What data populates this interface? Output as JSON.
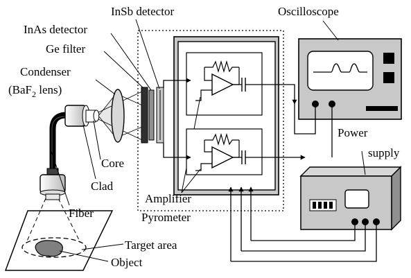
{
  "labels": {
    "insb_detector": "InSb detector",
    "inas_detector": "InAs detector",
    "ge_filter": "Ge filter",
    "condenser": "Condenser",
    "lens_open": "(BaF",
    "lens_sub": "2",
    "lens_close": " lens)",
    "oscilloscope": "Oscilloscope",
    "core": "Core",
    "clad": "Clad",
    "power": "Power",
    "supply": "supply",
    "amplifier": "Amplifier",
    "fiber": "Fiber",
    "pyrometer": "Pyrometer",
    "target_area": "Target area",
    "object": "Object"
  },
  "colors": {
    "panel_gray": "#c8c8c8",
    "mid_gray": "#909090",
    "detector_dark": "#303030",
    "lens_fill": "#d8d8d8",
    "object_fill": "#808080"
  }
}
